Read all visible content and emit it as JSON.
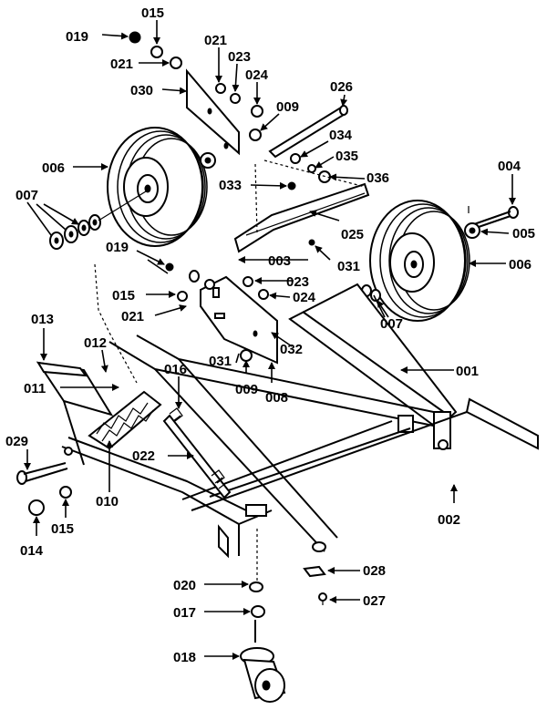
{
  "callouts": [
    {
      "id": "c-015-top",
      "label": "015"
    },
    {
      "id": "c-019-top",
      "label": "019"
    },
    {
      "id": "c-021-a",
      "label": "021"
    },
    {
      "id": "c-021-b",
      "label": "021"
    },
    {
      "id": "c-023-a",
      "label": "023"
    },
    {
      "id": "c-024-a",
      "label": "024"
    },
    {
      "id": "c-030",
      "label": "030"
    },
    {
      "id": "c-009-a",
      "label": "009"
    },
    {
      "id": "c-026",
      "label": "026"
    },
    {
      "id": "c-034",
      "label": "034"
    },
    {
      "id": "c-035",
      "label": "035"
    },
    {
      "id": "c-036",
      "label": "036"
    },
    {
      "id": "c-033",
      "label": "033"
    },
    {
      "id": "c-006-a",
      "label": "006"
    },
    {
      "id": "c-007-a",
      "label": "007"
    },
    {
      "id": "c-004",
      "label": "004"
    },
    {
      "id": "c-005",
      "label": "005"
    },
    {
      "id": "c-006-b",
      "label": "006"
    },
    {
      "id": "c-025",
      "label": "025"
    },
    {
      "id": "c-031-a",
      "label": "031"
    },
    {
      "id": "c-003",
      "label": "003"
    },
    {
      "id": "c-019-b",
      "label": "019"
    },
    {
      "id": "c-015-b",
      "label": "015"
    },
    {
      "id": "c-021-c",
      "label": "021"
    },
    {
      "id": "c-023-b",
      "label": "023"
    },
    {
      "id": "c-024-b",
      "label": "024"
    },
    {
      "id": "c-007-b",
      "label": "007"
    },
    {
      "id": "c-013",
      "label": "013"
    },
    {
      "id": "c-012",
      "label": "012"
    },
    {
      "id": "c-011",
      "label": "011"
    },
    {
      "id": "c-016",
      "label": "016"
    },
    {
      "id": "c-031-b",
      "label": "031"
    },
    {
      "id": "c-032",
      "label": "032"
    },
    {
      "id": "c-001",
      "label": "001"
    },
    {
      "id": "c-009-b",
      "label": "009"
    },
    {
      "id": "c-008",
      "label": "008"
    },
    {
      "id": "c-029",
      "label": "029"
    },
    {
      "id": "c-022",
      "label": "022"
    },
    {
      "id": "c-010",
      "label": "010"
    },
    {
      "id": "c-015-c",
      "label": "015"
    },
    {
      "id": "c-014",
      "label": "014"
    },
    {
      "id": "c-002",
      "label": "002"
    },
    {
      "id": "c-020",
      "label": "020"
    },
    {
      "id": "c-028",
      "label": "028"
    },
    {
      "id": "c-017",
      "label": "017"
    },
    {
      "id": "c-027",
      "label": "027"
    },
    {
      "id": "c-018",
      "label": "018"
    }
  ]
}
